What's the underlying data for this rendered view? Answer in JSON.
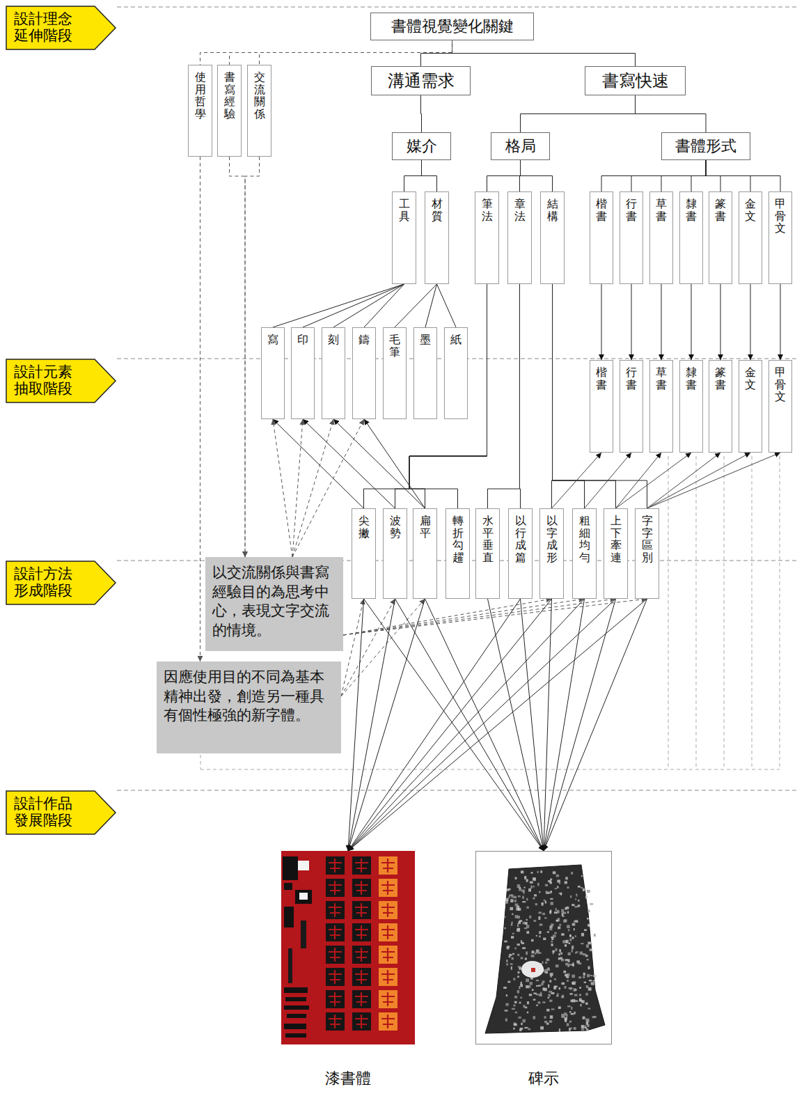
{
  "diagram": {
    "nodes": [
      {
        "text": [
          "設計理念延伸階段"
        ]
      },
      {
        "text": [
          "書體視覺變化關鍵"
        ]
      },
      {
        "text": [
          "使用哲學"
        ]
      },
      {
        "text": [
          "書寫經驗"
        ]
      },
      {
        "text": [
          "交流關係"
        ]
      },
      {
        "text": [
          "溝通需求"
        ]
      },
      {
        "text": [
          "書寫快速"
        ]
      },
      {
        "text": [
          "媒介"
        ]
      },
      {
        "text": [
          "格局"
        ]
      },
      {
        "text": [
          "書體形式"
        ]
      },
      {
        "text": [
          "工具"
        ]
      },
      {
        "text": [
          "材質"
        ]
      },
      {
        "text": [
          "筆法"
        ]
      },
      {
        "text": [
          "章法"
        ]
      },
      {
        "text": [
          "結構"
        ]
      },
      {
        "text": [
          "楷書"
        ]
      },
      {
        "text": [
          "行書"
        ]
      },
      {
        "text": [
          "草書"
        ]
      },
      {
        "text": [
          "隸書"
        ]
      },
      {
        "text": [
          "篆書"
        ]
      },
      {
        "text": [
          "金文"
        ]
      },
      {
        "text": [
          "甲骨文"
        ]
      },
      {
        "text": [
          "寫"
        ]
      },
      {
        "text": [
          "印"
        ]
      },
      {
        "text": [
          "刻"
        ]
      },
      {
        "text": [
          "鑄"
        ]
      },
      {
        "text": [
          "毛筆"
        ]
      },
      {
        "text": [
          "墨"
        ]
      },
      {
        "text": [
          "紙"
        ]
      },
      {
        "text": [
          "設計元素抽取階段"
        ]
      },
      {
        "text": [
          "楷書"
        ]
      },
      {
        "text": [
          "行書"
        ]
      },
      {
        "text": [
          "草書"
        ]
      },
      {
        "text": [
          "隸書"
        ]
      },
      {
        "text": [
          "篆書"
        ]
      },
      {
        "text": [
          "金文"
        ]
      },
      {
        "text": [
          "甲骨文"
        ]
      },
      {
        "text": [
          "設計方法形成階段"
        ]
      },
      {
        "text": [
          "尖撇"
        ]
      },
      {
        "text": [
          "波勢"
        ]
      },
      {
        "text": [
          "扁平"
        ]
      },
      {
        "text": [
          "轉折勾趯"
        ]
      },
      {
        "text": [
          "水平垂直"
        ]
      },
      {
        "text": [
          "以行成篇"
        ]
      },
      {
        "text": [
          "以字成形"
        ]
      },
      {
        "text": [
          "粗細均勻"
        ]
      },
      {
        "text": [
          "上下牽連"
        ]
      },
      {
        "text": [
          "字字區別"
        ]
      },
      {
        "text": [
          "以交流關係與書寫經驗目的為思考中心，表現文字交流的情境。"
        ]
      },
      {
        "text": [
          "因應使用目的不同為基本精神出發，創造另一種具有個性極強的新字體。"
        ]
      },
      {
        "text": [
          "設計作品發展階段"
        ]
      },
      {
        "text": [
          "漆書體"
        ]
      },
      {
        "text": [
          "碑示"
        ]
      }
    ],
    "edges": [
      {
        "from": 1,
        "to": 5,
        "arrow": "none"
      },
      {
        "from": 1,
        "to": 6,
        "arrow": "none"
      },
      {
        "from": 1,
        "to": 2,
        "arrow": "none"
      },
      {
        "from": 1,
        "to": 3,
        "arrow": "none"
      },
      {
        "from": 1,
        "to": 4,
        "arrow": "none"
      },
      {
        "from": 5,
        "to": 7,
        "arrow": "none"
      },
      {
        "from": 6,
        "to": 8,
        "arrow": "none"
      },
      {
        "from": 6,
        "to": 9,
        "arrow": "none"
      },
      {
        "from": 7,
        "to": 10,
        "arrow": "none"
      },
      {
        "from": 7,
        "to": 11,
        "arrow": "none"
      },
      {
        "from": 8,
        "to": 12,
        "arrow": "none"
      },
      {
        "from": 8,
        "to": 13,
        "arrow": "none"
      },
      {
        "from": 8,
        "to": 14,
        "arrow": "none"
      },
      {
        "from": 9,
        "to": 15,
        "arrow": "none"
      },
      {
        "from": 9,
        "to": 16,
        "arrow": "none"
      },
      {
        "from": 9,
        "to": 17,
        "arrow": "none"
      },
      {
        "from": 9,
        "to": 18,
        "arrow": "none"
      },
      {
        "from": 9,
        "to": 19,
        "arrow": "none"
      },
      {
        "from": 9,
        "to": 20,
        "arrow": "none"
      },
      {
        "from": 9,
        "to": 21,
        "arrow": "none"
      },
      {
        "from": 10,
        "to": 22,
        "arrow": "none"
      },
      {
        "from": 10,
        "to": 23,
        "arrow": "none"
      },
      {
        "from": 10,
        "to": 24,
        "arrow": "none"
      },
      {
        "from": 10,
        "to": 25,
        "arrow": "none"
      },
      {
        "from": 11,
        "to": 26,
        "arrow": "none"
      },
      {
        "from": 11,
        "to": 27,
        "arrow": "none"
      },
      {
        "from": 11,
        "to": 28,
        "arrow": "none"
      },
      {
        "from": 15,
        "to": 30,
        "arrow": "to"
      },
      {
        "from": 16,
        "to": 31,
        "arrow": "to"
      },
      {
        "from": 17,
        "to": 32,
        "arrow": "to"
      },
      {
        "from": 18,
        "to": 33,
        "arrow": "to"
      },
      {
        "from": 19,
        "to": 34,
        "arrow": "to"
      },
      {
        "from": 20,
        "to": 35,
        "arrow": "to"
      },
      {
        "from": 21,
        "to": 36,
        "arrow": "to"
      },
      {
        "from": 12,
        "to": 38,
        "arrow": "none"
      },
      {
        "from": 12,
        "to": 39,
        "arrow": "none"
      },
      {
        "from": 12,
        "to": 40,
        "arrow": "none"
      },
      {
        "from": 12,
        "to": 41,
        "arrow": "none"
      },
      {
        "from": 13,
        "to": 42,
        "arrow": "none"
      },
      {
        "from": 13,
        "to": 43,
        "arrow": "none"
      },
      {
        "from": 14,
        "to": 44,
        "arrow": "none"
      },
      {
        "from": 14,
        "to": 45,
        "arrow": "none"
      },
      {
        "from": 14,
        "to": 46,
        "arrow": "none"
      },
      {
        "from": 14,
        "to": 47,
        "arrow": "none"
      },
      {
        "from": 38,
        "to": 22,
        "arrow": "to"
      },
      {
        "from": 39,
        "to": 23,
        "arrow": "to"
      },
      {
        "from": 40,
        "to": 24,
        "arrow": "to"
      },
      {
        "from": 40,
        "to": 25,
        "arrow": "to"
      },
      {
        "from": 48,
        "to": 22,
        "arrow": "to"
      },
      {
        "from": 48,
        "to": 23,
        "arrow": "to"
      },
      {
        "from": 48,
        "to": 24,
        "arrow": "to"
      },
      {
        "from": 48,
        "to": 25,
        "arrow": "to"
      },
      {
        "from": 44,
        "to": 30,
        "arrow": "to"
      },
      {
        "from": 45,
        "to": 31,
        "arrow": "to"
      },
      {
        "from": 46,
        "to": 32,
        "arrow": "to"
      },
      {
        "from": 46,
        "to": 33,
        "arrow": "to"
      },
      {
        "from": 47,
        "to": 34,
        "arrow": "to"
      },
      {
        "from": 47,
        "to": 35,
        "arrow": "to"
      },
      {
        "from": 47,
        "to": 36,
        "arrow": "to"
      },
      {
        "from": 2,
        "to": 49,
        "arrow": "to"
      },
      {
        "from": 3,
        "to": 48,
        "arrow": "to"
      },
      {
        "from": 4,
        "to": 48,
        "arrow": "to"
      },
      {
        "from": 48,
        "to": 44,
        "arrow": "to"
      },
      {
        "from": 48,
        "to": 45,
        "arrow": "to"
      },
      {
        "from": 48,
        "to": 46,
        "arrow": "to"
      },
      {
        "from": 48,
        "to": 47,
        "arrow": "to"
      },
      {
        "from": 49,
        "to": 38,
        "arrow": "to"
      },
      {
        "from": 49,
        "to": 39,
        "arrow": "to"
      },
      {
        "from": 49,
        "to": 40,
        "arrow": "to"
      },
      {
        "from": 38,
        "to": 51,
        "arrow": "to"
      },
      {
        "from": 39,
        "to": 51,
        "arrow": "to"
      },
      {
        "from": 40,
        "to": 51,
        "arrow": "to"
      },
      {
        "from": 43,
        "to": 51,
        "arrow": "to"
      },
      {
        "from": 44,
        "to": 51,
        "arrow": "to"
      },
      {
        "from": 45,
        "to": 51,
        "arrow": "to"
      },
      {
        "from": 46,
        "to": 51,
        "arrow": "to"
      },
      {
        "from": 47,
        "to": 51,
        "arrow": "to"
      },
      {
        "from": 38,
        "to": 52,
        "arrow": "to"
      },
      {
        "from": 39,
        "to": 52,
        "arrow": "to"
      },
      {
        "from": 40,
        "to": 52,
        "arrow": "to"
      },
      {
        "from": 42,
        "to": 52,
        "arrow": "to"
      },
      {
        "from": 43,
        "to": 52,
        "arrow": "to"
      },
      {
        "from": 44,
        "to": 52,
        "arrow": "to"
      },
      {
        "from": 45,
        "to": 52,
        "arrow": "to"
      },
      {
        "from": 46,
        "to": 52,
        "arrow": "to"
      },
      {
        "from": 47,
        "to": 52,
        "arrow": "to"
      }
    ]
  }
}
